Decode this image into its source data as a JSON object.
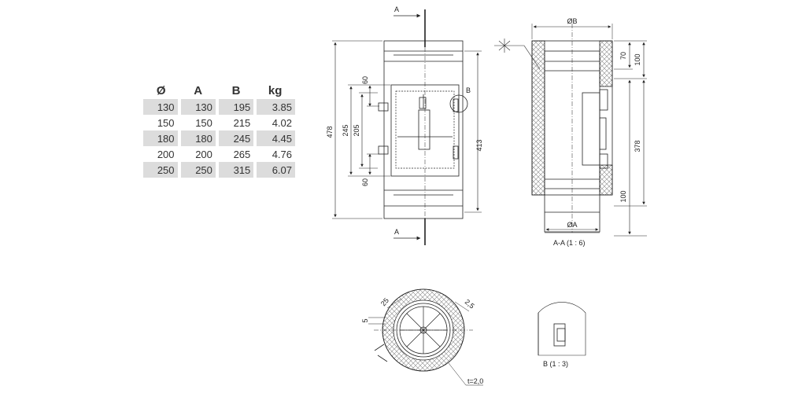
{
  "table": {
    "headers": [
      "Ø",
      "A",
      "B",
      "kg"
    ],
    "rows": [
      [
        "130",
        "130",
        "195",
        "3.85"
      ],
      [
        "150",
        "150",
        "215",
        "4.02"
      ],
      [
        "180",
        "180",
        "245",
        "4.45"
      ],
      [
        "200",
        "200",
        "265",
        "4.76"
      ],
      [
        "250",
        "250",
        "315",
        "6.07"
      ]
    ]
  },
  "front_view": {
    "section_marker_top": "A",
    "section_marker_bottom": "A",
    "detail_marker": "B",
    "dim_overall_height": "478",
    "dim_door_height": "413",
    "dim_opening_outer": "245",
    "dim_opening_inner": "205",
    "dim_top_offset": "60",
    "dim_bottom_offset": "60"
  },
  "section_view": {
    "label": "A-A (1 : 6)",
    "dim_outer_diameter": "ØB",
    "dim_inner_diameter": "ØA",
    "dim_70": "70",
    "dim_100_top": "100",
    "dim_378": "378",
    "dim_100_bottom": "100"
  },
  "plan_view": {
    "dim_gap": "5",
    "dim_insulation": "25",
    "dim_wall": "2,5",
    "dim_thickness": "t=2,0"
  },
  "detail_view": {
    "label": "B (1 : 3)"
  }
}
